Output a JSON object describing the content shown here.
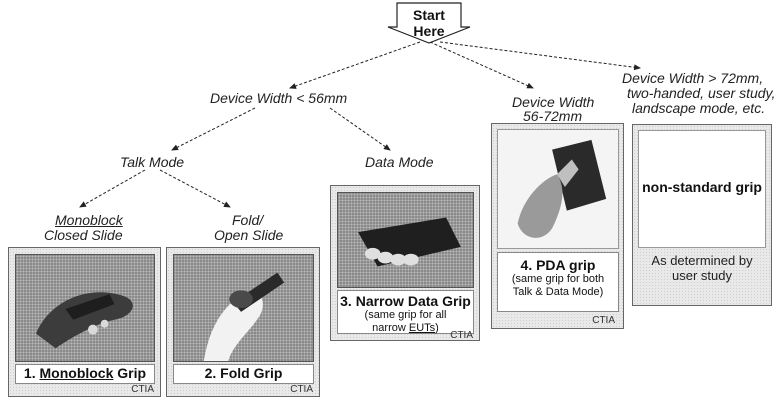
{
  "start": "Start Here",
  "branches": {
    "narrow": "Device Width < 56mm",
    "mid_line1": "Device Width",
    "mid_line2": "56-72mm",
    "wide_line1": "Device Width > 72mm,",
    "wide_line2": "two-handed, user study,",
    "wide_line3": "landscape mode, etc."
  },
  "modes": {
    "talk": "Talk Mode",
    "data": "Data Mode",
    "monoblock_line1": "Monoblock",
    "monoblock_line2": "Closed Slide",
    "fold_line1": "Fold/",
    "fold_line2": "Open Slide"
  },
  "grips": {
    "g1_num": "1. ",
    "g1_name": "Monoblock",
    "g1_suffix": " Grip",
    "g2": "2. Fold Grip",
    "g3": "3. Narrow Data Grip",
    "g3_sub1": "(same grip for all",
    "g3_sub2_pre": "narrow ",
    "g3_sub2_link": "EUTs",
    "g3_sub2_post": ")",
    "g4": "4. PDA grip",
    "g4_sub1": "(same grip for both",
    "g4_sub2": "Talk & Data Mode)",
    "g5": "non-standard grip",
    "g5_sub1": "As determined by",
    "g5_sub2": "user study"
  },
  "ctia": "CTIA"
}
